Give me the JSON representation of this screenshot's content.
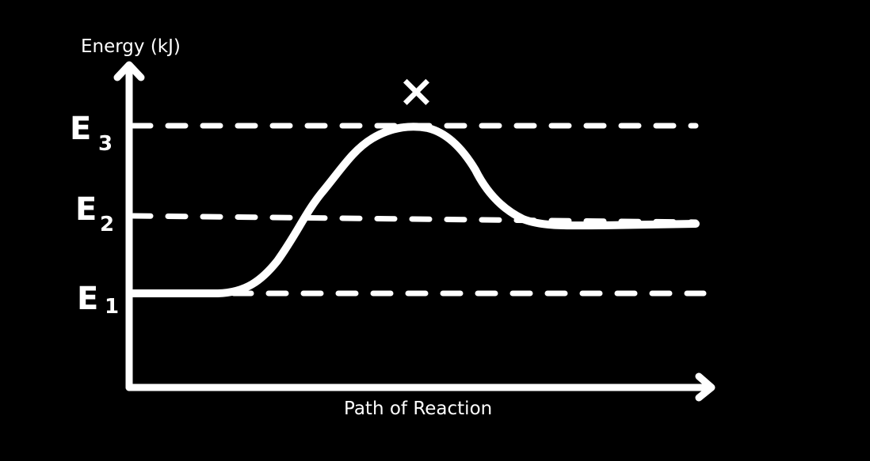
{
  "diagram": {
    "y_axis_label": "Energy (kJ)",
    "x_axis_label": "Path of Reaction",
    "levels": [
      {
        "letter": "E",
        "subscript": "3"
      },
      {
        "letter": "E",
        "subscript": "2"
      },
      {
        "letter": "E",
        "subscript": "1"
      }
    ],
    "peak_marker": "×",
    "colors": {
      "background": "#000000",
      "ink": "#ffffff"
    }
  }
}
